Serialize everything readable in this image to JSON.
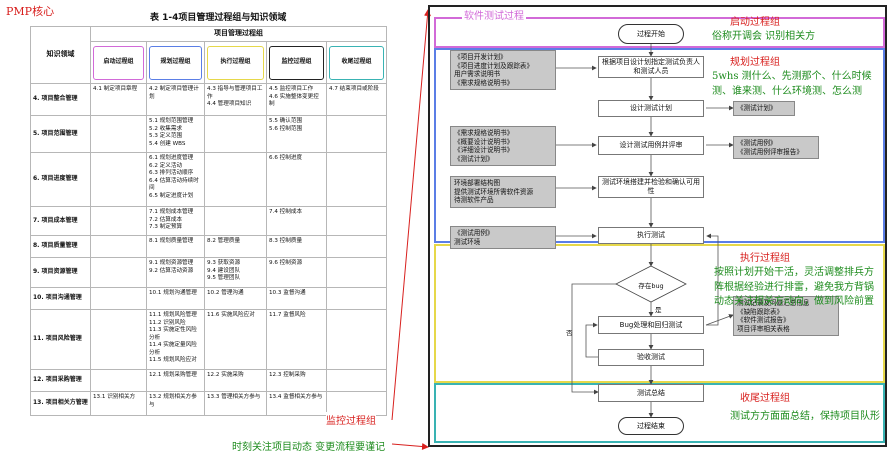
{
  "left": {
    "pmp_label": "PMP核心",
    "table_caption": "表 1-4项目管理过程组与知识领域",
    "header_knowledge": "知识领域",
    "header_group": "项目管理过程组",
    "phases": [
      {
        "label": "启动过程组",
        "color": "#d26ad8"
      },
      {
        "label": "规划过程组",
        "color": "#5b7ee6"
      },
      {
        "label": "执行过程组",
        "color": "#e6d84a"
      },
      {
        "label": "监控过程组",
        "color": "#222222"
      },
      {
        "label": "收尾过程组",
        "color": "#39b3b3"
      }
    ],
    "rows": [
      {
        "area": "4. 项目整合管理",
        "cells": [
          "4.1 制定项目章程",
          "4.2 制定项目管理计划",
          "4.3 指导与管理项目工作\n4.4 管理项目知识",
          "4.5 监控项目工作\n4.6 实施整体变更控制",
          "4.7 结束项目或阶段"
        ],
        "height": 32
      },
      {
        "area": "5. 项目范围管理",
        "cells": [
          "",
          "5.1 规划范围管理\n5.2 收集需求\n5.3 定义范围\n5.4 创建 WBS",
          "",
          "5.5 确认范围\n5.6 控制范围",
          ""
        ],
        "height": 37
      },
      {
        "area": "6. 项目进度管理",
        "cells": [
          "",
          "6.1 规划进度管理\n6.2 定义活动\n6.3 排列活动顺序\n6.4 估算活动持续时间\n6.5 制定进度计划",
          "",
          "6.6 控制进度",
          ""
        ],
        "height": 54
      },
      {
        "area": "7. 项目成本管理",
        "cells": [
          "",
          "7.1 规划成本管理\n7.2 估算成本\n7.3 制定预算",
          "",
          "7.4 控制成本",
          ""
        ],
        "height": 29
      },
      {
        "area": "8. 项目质量管理",
        "cells": [
          "",
          "8.1 规划质量管理",
          "8.2 管理质量",
          "8.3 控制质量",
          ""
        ],
        "height": 22
      },
      {
        "area": "9. 项目资源管理",
        "cells": [
          "",
          "9.1 规划资源管理\n9.2 估算活动资源",
          "9.3 获取资源\n9.4 建设团队\n9.5 管理团队",
          "9.6 控制资源",
          ""
        ],
        "height": 30
      },
      {
        "area": "10. 项目沟通管理",
        "cells": [
          "",
          "10.1 规划沟通管理",
          "10.2 管理沟通",
          "10.3 监督沟通",
          ""
        ],
        "height": 22
      },
      {
        "area": "11. 项目风险管理",
        "cells": [
          "",
          "11.1 规划风险管理\n11.2 识别风险\n11.3 实施定性风险分析\n11.4 实施定量风险分析\n11.5 规划风险应对",
          "11.6 实施风险应对",
          "11.7 监督风险",
          ""
        ],
        "height": 60
      },
      {
        "area": "12. 项目采购管理",
        "cells": [
          "",
          "12.1 规划采购管理",
          "12.2 实施采购",
          "12.3 控制采购",
          ""
        ],
        "height": 22
      },
      {
        "area": "13. 项目相关方管理",
        "cells": [
          "13.1 识别相关方",
          "13.2 规划相关方参与",
          "13.3 管理相关方参与",
          "13.4 监督相关方参与",
          ""
        ],
        "height": 24
      }
    ],
    "note_monitor": "监控过程组",
    "note_bottom": "时刻关注项目动态  变更流程要谨记"
  },
  "right": {
    "title": "软件测试过程",
    "start": "过程开始",
    "end": "过程结束",
    "steps": {
      "assign": "根据项目设计划指定测试负责人和测试人员",
      "plan": "设计测试计划",
      "review": "设计测试用例并评审",
      "env": "测试环境搭建并检验和确认可用性",
      "exec": "执行测试",
      "decision": "存在bug",
      "fix": "Bug处理和回归测试",
      "accept": "验收测试",
      "summary": "测试总结"
    },
    "decision_yes": "是",
    "decision_no": "否",
    "docs": {
      "inputs1": [
        "《项目开发计划》",
        "《项目进度计划及跟踪表》",
        "用户需求说明书",
        "《需求规格说明书》"
      ],
      "out_plan": [
        "《测试计划》"
      ],
      "inputs2": [
        "《需求规格说明书》",
        "《概要设计说明书》",
        "《详细设计说明书》",
        "《测试计划》"
      ],
      "out_review": [
        "《测试用例》",
        "《测试用例评审报告》"
      ],
      "inputs_env": [
        "环境部署结构图",
        "提供测试环境所需软件资源",
        "待测软件产品"
      ],
      "inputs_exec": [
        "《测试用例》",
        "测试环境"
      ],
      "out_fix": [
        "测试记录及问题汇总信息",
        "《缺陷跟踪表》",
        "《软件测试报告》",
        "项目评审相关表格"
      ]
    },
    "notes": {
      "start_title": "启动过程组",
      "start_text": "俗称开调会  识别相关方",
      "plan_title": "规划过程组",
      "plan_text": "5whs 测什么、先测那个、什么时候测、谁来测、什么环境测、怎么测",
      "exec_title": "执行过程组",
      "exec_text": "按照计划开始干活，灵活调整排兵方阵根据经验进行排雷，避免我方背锅动态关注相关方动向，做到风险前置",
      "close_title": "收尾过程组",
      "close_text": "测试方方面面总结，保持项目队形"
    },
    "colors": {
      "start_box": "#d26ad8",
      "plan_box": "#5b7ee6",
      "exec_box": "#e6d84a",
      "close_box": "#39b3b3",
      "arrow": "#d8201e"
    }
  }
}
